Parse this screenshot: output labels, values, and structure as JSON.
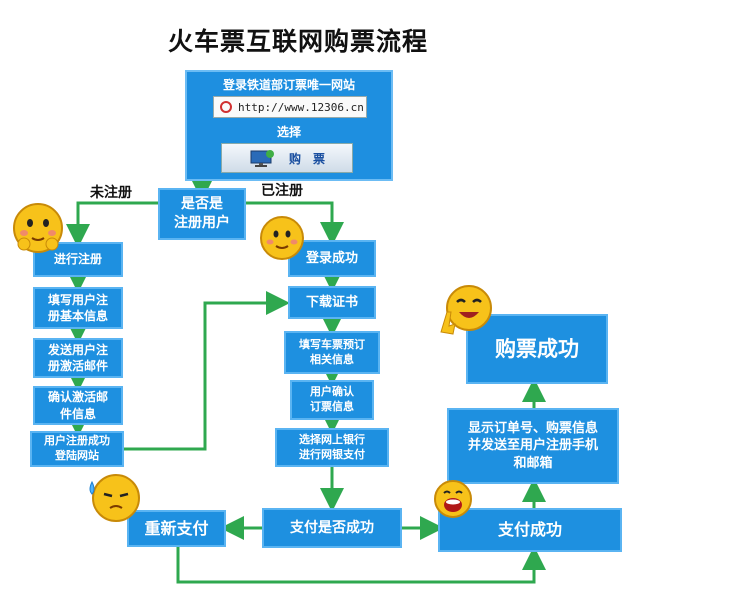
{
  "title": "火车票互联网购票流程",
  "site": {
    "heading": "登录铁道部订票唯一网站",
    "url": "http://www.12306.cn",
    "select_label": "选择",
    "buy_label": "购　票"
  },
  "decision": {
    "line1": "是否是",
    "line2": "注册用户"
  },
  "branch_labels": {
    "unregistered": "未注册",
    "registered": "已注册"
  },
  "left_steps": [
    {
      "line1": "进行注册",
      "line2": ""
    },
    {
      "line1": "填写用户注",
      "line2": "册基本信息"
    },
    {
      "line1": "发送用户注",
      "line2": "册激活邮件"
    },
    {
      "line1": "确认激活邮",
      "line2": "件信息"
    },
    {
      "line1": "用户注册成功",
      "line2": "登陆网站"
    }
  ],
  "center_steps": [
    {
      "line1": "登录成功",
      "line2": ""
    },
    {
      "line1": "下载证书",
      "line2": ""
    },
    {
      "line1": "填写车票预订",
      "line2": "相关信息"
    },
    {
      "line1": "用户确认",
      "line2": "订票信息"
    },
    {
      "line1": "选择网上银行",
      "line2": "进行网银支付"
    }
  ],
  "pay_check": "支付是否成功",
  "repay": "重新支付",
  "pay_success": "支付成功",
  "notify": {
    "line1": "显示订单号、购票信息",
    "line2": "并发送至用户注册手机",
    "line3": "和邮箱"
  },
  "purchase_success": "购票成功",
  "colors": {
    "box": "#1e90e0",
    "arrow": "#2fa84f",
    "face": "#f7c21a"
  },
  "icons": [
    "browser-icon",
    "monitor-icon",
    "smiley-face-icon"
  ]
}
